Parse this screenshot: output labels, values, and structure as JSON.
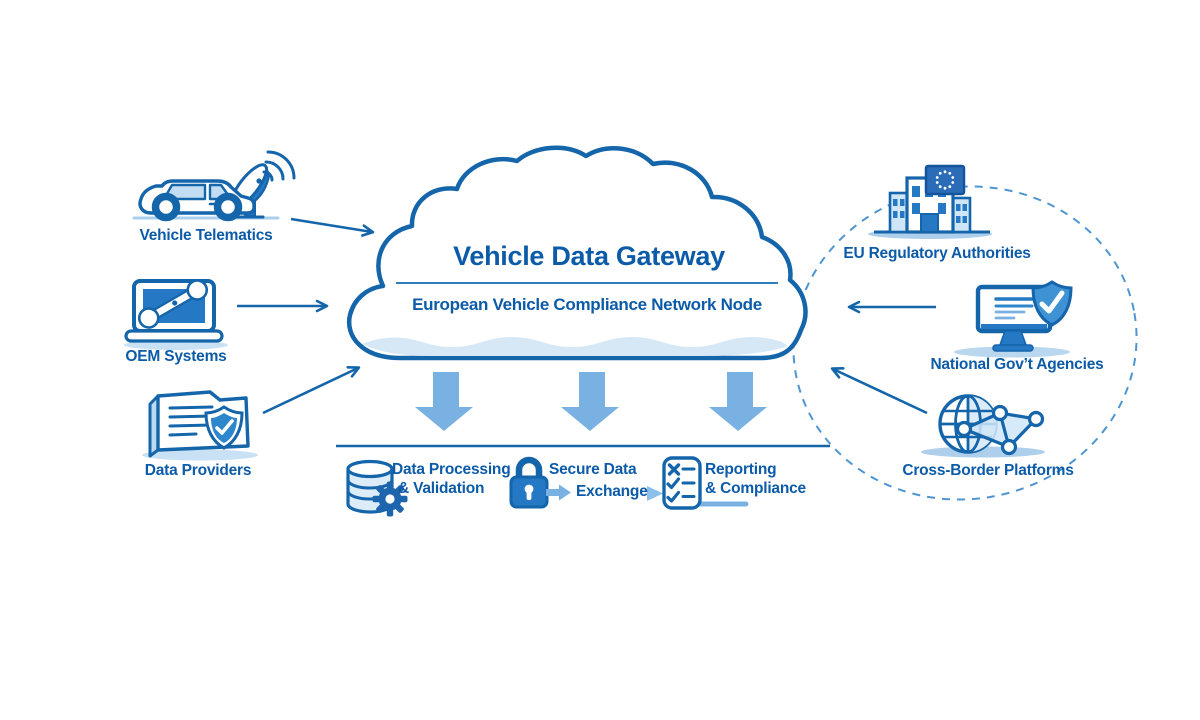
{
  "diagram": {
    "hub": {
      "title": "Vehicle Data Gateway",
      "subtitle": "European Vehicle Compliance Network Node",
      "icon": "cloud-icon"
    },
    "sources": [
      {
        "label": "Vehicle Telematics",
        "icon": "car-telematics-icon"
      },
      {
        "label": "OEM Systems",
        "icon": "laptop-wrench-icon"
      },
      {
        "label": "Data Providers",
        "icon": "documents-shield-icon"
      }
    ],
    "destinations": [
      {
        "label": "EU Regulatory Authorities",
        "icon": "eu-building-icon"
      },
      {
        "label": "National Gov’t Agencies",
        "icon": "monitor-shield-icon"
      },
      {
        "label": "Cross-Border Platforms",
        "icon": "globe-network-icon"
      }
    ],
    "processes": [
      {
        "line1": "Data Processing",
        "line2": "& Validation",
        "icon": "database-gear-icon"
      },
      {
        "line1": "Secure Data",
        "line2": "Exchange",
        "icon": "padlock-icon"
      },
      {
        "line1": "Reporting",
        "line2": "& Compliance",
        "icon": "checklist-icon"
      }
    ],
    "colors": {
      "text_blue": "#0c5ba8",
      "outline_blue": "#1565ab",
      "mid_blue": "#2579c4",
      "light_blue_fill": "#c2ddf2",
      "flow_arrow_blue": "#79b2e2",
      "dashed_circle_blue": "#4e95d1",
      "cloud_shade": "#d6e8f6",
      "background": "#ffffff"
    }
  }
}
